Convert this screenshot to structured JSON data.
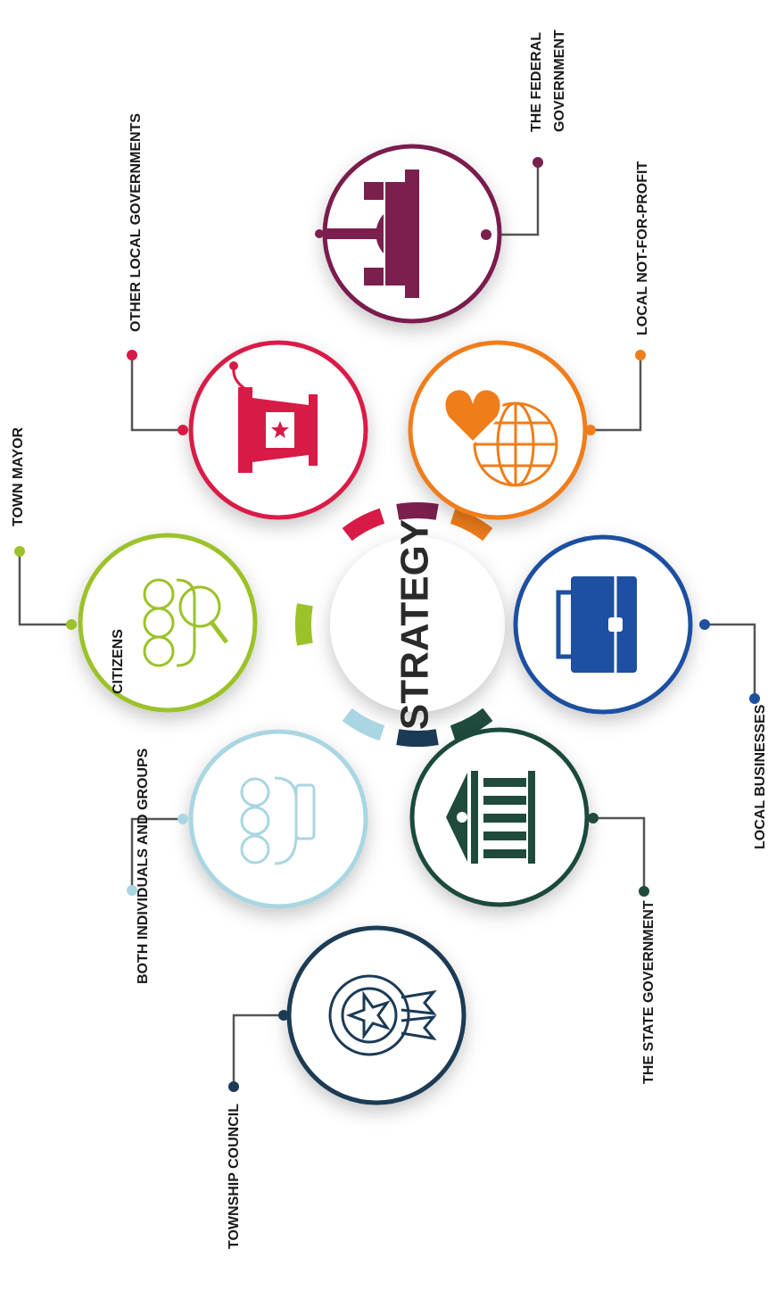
{
  "center": {
    "label": "STRATEGY"
  },
  "colors": {
    "federal": "#7a1f4e",
    "other_local": "#d81b46",
    "town_mayor": "#9cc22a",
    "not_for_profit": "#ef7d1a",
    "local_businesses": "#1e4fa0",
    "state": "#1f4a3c",
    "citizens": "#a9d6e2",
    "township": "#1b3a55",
    "connector": "#555555"
  },
  "nodes": [
    {
      "id": "federal",
      "label_lines": [
        "THE FEDERAL",
        "GOVERNMENT"
      ],
      "icon": "capitol-building-icon"
    },
    {
      "id": "other_local",
      "label_lines": [
        "OTHER LOCAL GOVERNMENTS"
      ],
      "icon": "podium-icon"
    },
    {
      "id": "town_mayor",
      "label_lines": [
        "TOWN MAYOR"
      ],
      "icon": "people-magnifier-icon"
    },
    {
      "id": "not_for_profit",
      "label_lines": [
        "LOCAL NOT-FOR-PROFIT"
      ],
      "icon": "heart-globe-icon"
    },
    {
      "id": "local_businesses",
      "label_lines": [
        "LOCAL BUSINESSES"
      ],
      "icon": "briefcase-icon"
    },
    {
      "id": "state",
      "label_lines": [
        "THE STATE GOVERNMENT"
      ],
      "icon": "courthouse-icon"
    },
    {
      "id": "citizens",
      "label_lines": [
        "CITIZENS",
        "BOTH INDIVIDUALS AND GROUPS"
      ],
      "icon": "people-group-icon"
    },
    {
      "id": "township",
      "label_lines": [
        "TOWNSHIP COUNCIL"
      ],
      "icon": "award-badge-icon"
    }
  ]
}
